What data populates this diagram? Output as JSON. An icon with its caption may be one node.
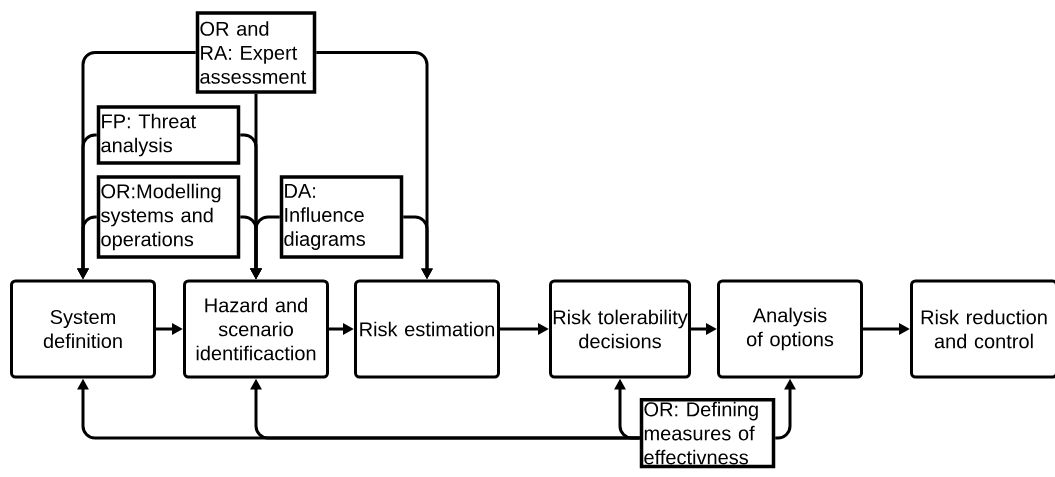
{
  "diagram": {
    "nodes": [
      {
        "text": [
          "OR and RA: Expert assessment"
        ]
      },
      {
        "text": [
          "FP: Threat analysis"
        ]
      },
      {
        "text": [
          "OR:Modelling systems and operations"
        ]
      },
      {
        "text": [
          "DA: Influence diagrams"
        ]
      },
      {
        "text": [
          "System definition"
        ]
      },
      {
        "text": [
          "Hazard and scenario identificaction"
        ]
      },
      {
        "text": [
          "Risk estimation"
        ]
      },
      {
        "text": [
          "Risk tolerability decisions"
        ]
      },
      {
        "text": [
          "Analysis of options"
        ]
      },
      {
        "text": [
          "Risk reduction and control"
        ]
      },
      {
        "text": [
          "OR: Defining measures of effectivness"
        ]
      }
    ],
    "edges": [
      {
        "from": 0,
        "to": 4,
        "arrow": "to"
      },
      {
        "from": 0,
        "to": 5,
        "arrow": "to"
      },
      {
        "from": 0,
        "to": 6,
        "arrow": "to"
      },
      {
        "from": 1,
        "to": 4,
        "arrow": "to"
      },
      {
        "from": 1,
        "to": 5,
        "arrow": "to"
      },
      {
        "from": 2,
        "to": 4,
        "arrow": "to"
      },
      {
        "from": 2,
        "to": 5,
        "arrow": "to"
      },
      {
        "from": 3,
        "to": 5,
        "arrow": "to"
      },
      {
        "from": 3,
        "to": 6,
        "arrow": "to"
      },
      {
        "from": 4,
        "to": 5,
        "arrow": "to"
      },
      {
        "from": 5,
        "to": 6,
        "arrow": "to"
      },
      {
        "from": 6,
        "to": 7,
        "arrow": "to"
      },
      {
        "from": 7,
        "to": 8,
        "arrow": "to"
      },
      {
        "from": 8,
        "to": 9,
        "arrow": "to"
      },
      {
        "from": 10,
        "to": 4,
        "arrow": "to"
      },
      {
        "from": 10,
        "to": 5,
        "arrow": "to"
      },
      {
        "from": 10,
        "to": 7,
        "arrow": "to"
      },
      {
        "from": 10,
        "to": 8,
        "arrow": "to"
      }
    ]
  }
}
